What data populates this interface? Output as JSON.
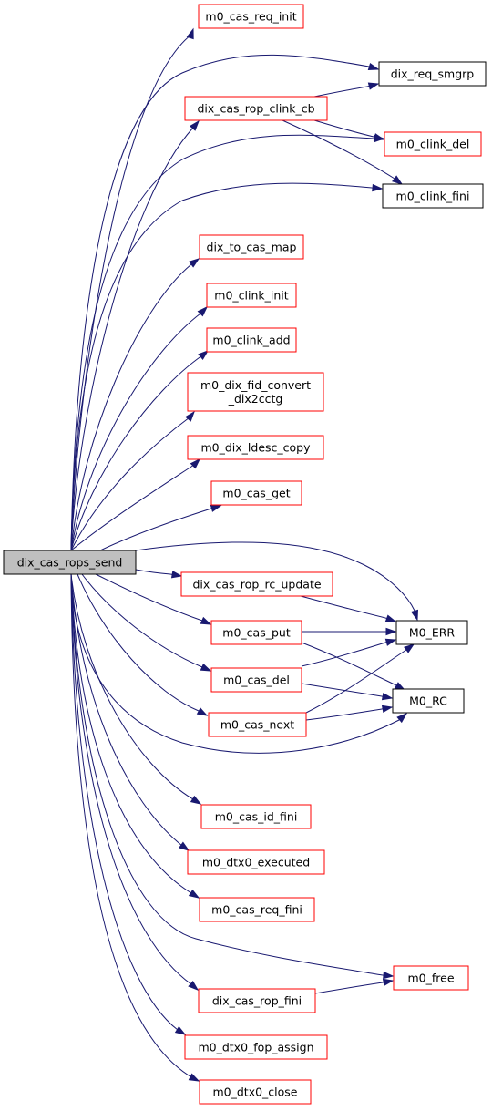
{
  "graph": {
    "root": "dix_cas_rops_send",
    "nodes": [
      {
        "id": "root",
        "lines": [
          "dix_cas_rops_send"
        ],
        "style": "root"
      },
      {
        "id": "req_init",
        "lines": [
          "m0_cas_req_init"
        ],
        "style": "red"
      },
      {
        "id": "req_smgrp",
        "lines": [
          "dix_req_smgrp"
        ],
        "style": "black"
      },
      {
        "id": "clink_cb",
        "lines": [
          "dix_cas_rop_clink_cb"
        ],
        "style": "red"
      },
      {
        "id": "clink_del",
        "lines": [
          "m0_clink_del"
        ],
        "style": "red"
      },
      {
        "id": "clink_fini",
        "lines": [
          "m0_clink_fini"
        ],
        "style": "black"
      },
      {
        "id": "to_cas_map",
        "lines": [
          "dix_to_cas_map"
        ],
        "style": "red"
      },
      {
        "id": "clink_init",
        "lines": [
          "m0_clink_init"
        ],
        "style": "red"
      },
      {
        "id": "clink_add",
        "lines": [
          "m0_clink_add"
        ],
        "style": "red"
      },
      {
        "id": "fid_convert",
        "lines": [
          "m0_dix_fid_convert",
          "_dix2cctg"
        ],
        "style": "red"
      },
      {
        "id": "ldesc_copy",
        "lines": [
          "m0_dix_ldesc_copy"
        ],
        "style": "red"
      },
      {
        "id": "cas_get",
        "lines": [
          "m0_cas_get"
        ],
        "style": "red"
      },
      {
        "id": "rc_update",
        "lines": [
          "dix_cas_rop_rc_update"
        ],
        "style": "red"
      },
      {
        "id": "cas_put",
        "lines": [
          "m0_cas_put"
        ],
        "style": "red"
      },
      {
        "id": "m0_err",
        "lines": [
          "M0_ERR"
        ],
        "style": "black"
      },
      {
        "id": "cas_del",
        "lines": [
          "m0_cas_del"
        ],
        "style": "red"
      },
      {
        "id": "m0_rc",
        "lines": [
          "M0_RC"
        ],
        "style": "black"
      },
      {
        "id": "cas_next",
        "lines": [
          "m0_cas_next"
        ],
        "style": "red"
      },
      {
        "id": "id_fini",
        "lines": [
          "m0_cas_id_fini"
        ],
        "style": "red"
      },
      {
        "id": "dtx0_executed",
        "lines": [
          "m0_dtx0_executed"
        ],
        "style": "red"
      },
      {
        "id": "req_fini",
        "lines": [
          "m0_cas_req_fini"
        ],
        "style": "red"
      },
      {
        "id": "m0_free",
        "lines": [
          "m0_free"
        ],
        "style": "red"
      },
      {
        "id": "rop_fini",
        "lines": [
          "dix_cas_rop_fini"
        ],
        "style": "red"
      },
      {
        "id": "fop_assign",
        "lines": [
          "m0_dtx0_fop_assign"
        ],
        "style": "red"
      },
      {
        "id": "dtx0_close",
        "lines": [
          "m0_dtx0_close"
        ],
        "style": "red"
      }
    ],
    "colors": {
      "edge": "#191970",
      "red_border": "#ff0000",
      "black_border": "#000000",
      "root_fill": "#bfbfbf"
    }
  }
}
